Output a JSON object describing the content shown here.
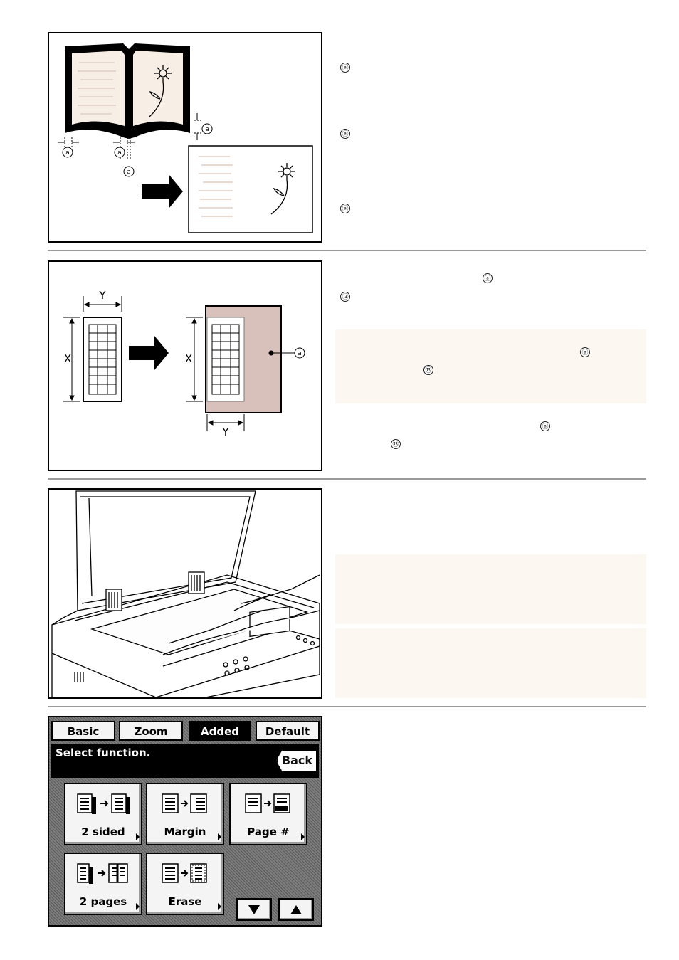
{
  "markers": {
    "circle_a": "ⓐ",
    "circle_13": "⑬"
  },
  "figures": {
    "book_erase": {
      "dim_label": "a"
    },
    "center_erase": {
      "x_label": "X",
      "y_label": "Y",
      "dim_label": "a"
    }
  },
  "touch_panel": {
    "tabs": [
      {
        "label": "Basic",
        "active": false
      },
      {
        "label": "Zoom",
        "active": false
      },
      {
        "label": "Added",
        "active": true
      },
      {
        "label": "Default",
        "active": false
      }
    ],
    "message": "Select function.",
    "back_label": "Back",
    "buttons": [
      {
        "label": "2 sided",
        "icon": "duplex-icon"
      },
      {
        "label": "Margin",
        "icon": "margin-icon"
      },
      {
        "label": "Page #",
        "icon": "page-number-icon"
      },
      {
        "label": "2 pages",
        "icon": "split-pages-icon"
      },
      {
        "label": "Erase",
        "icon": "erase-icon"
      }
    ],
    "scroll_down_icon": "triangle-down-icon",
    "scroll_up_icon": "triangle-up-icon"
  },
  "colors": {
    "note_background": "#fdf7f2",
    "shaded_region": "#d8c0bb",
    "separator": "#9a9a9a"
  }
}
